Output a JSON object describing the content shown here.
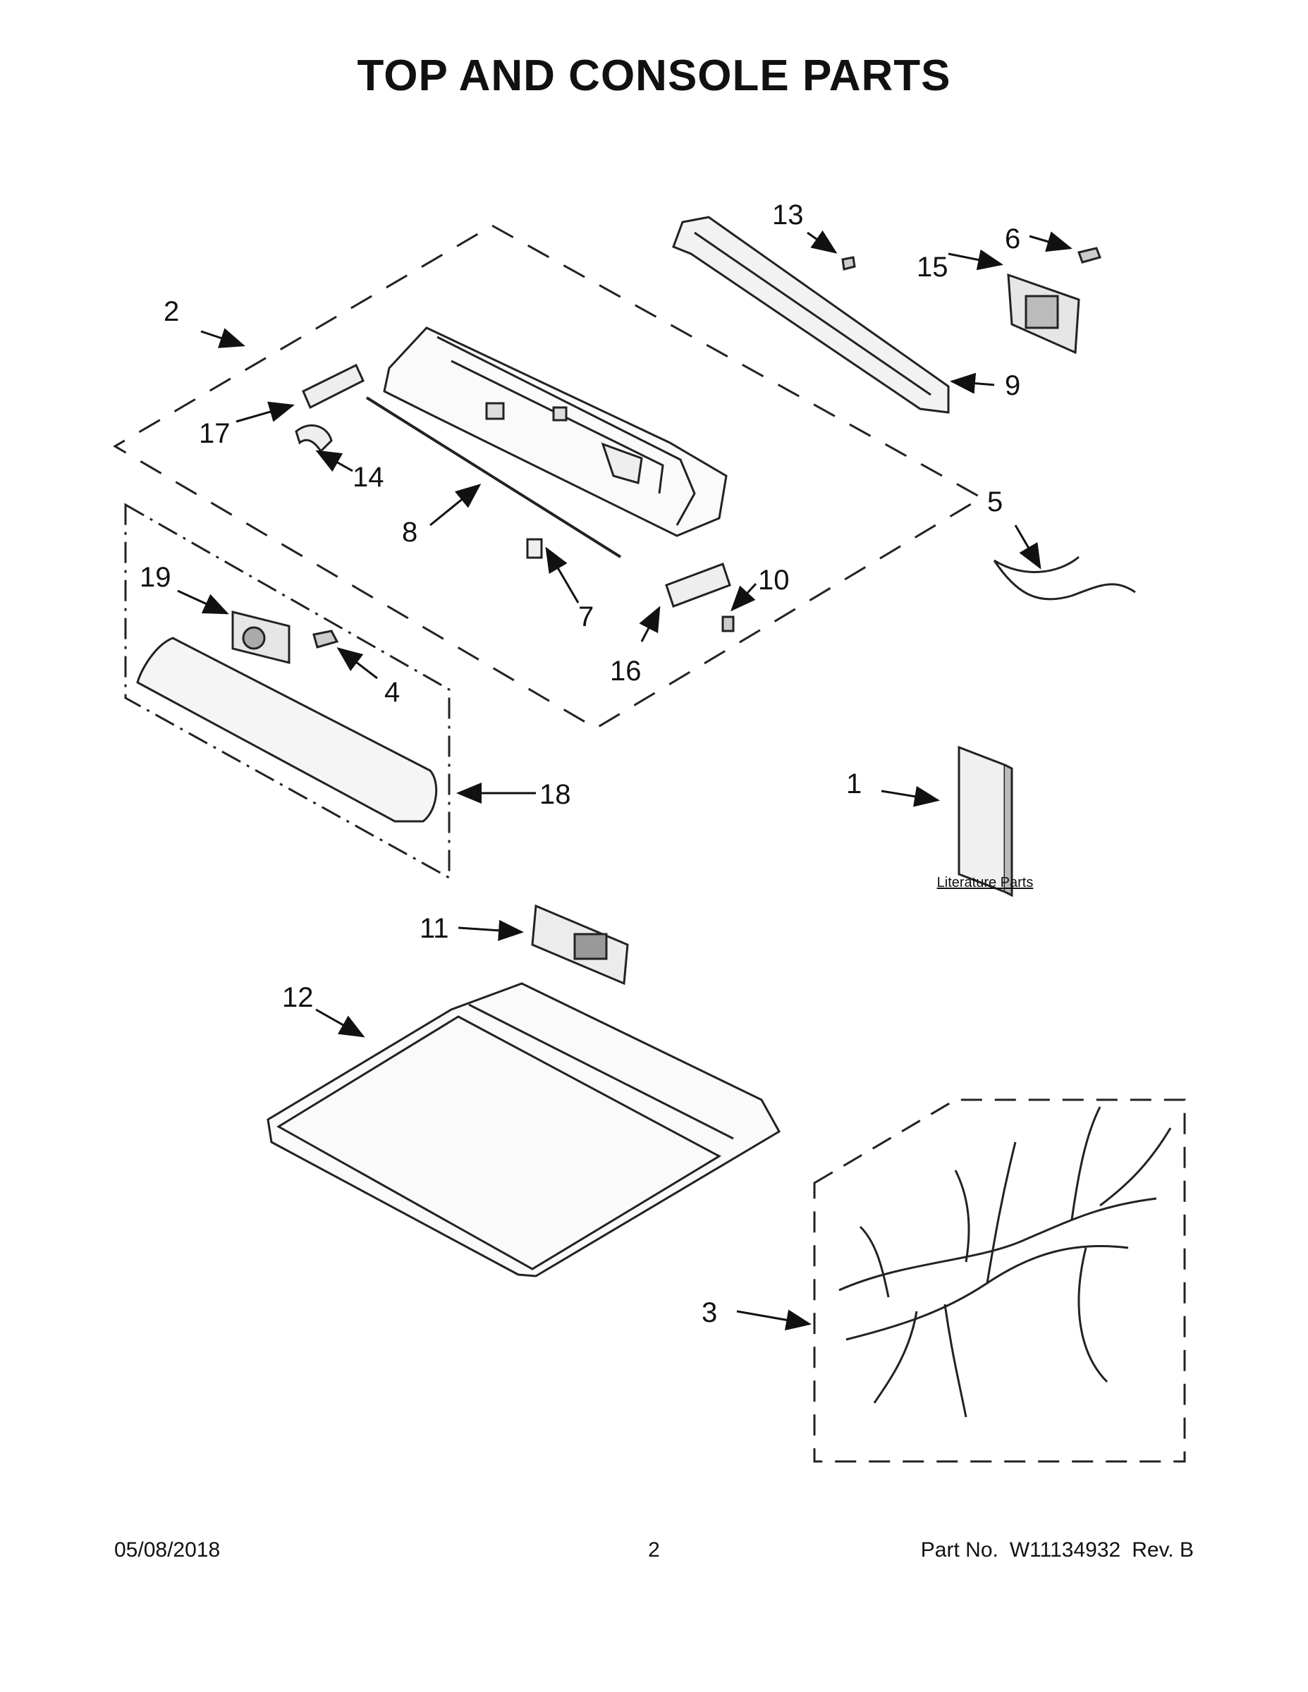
{
  "title": "TOP AND CONSOLE PARTS",
  "callouts": [
    "1",
    "2",
    "3",
    "4",
    "5",
    "6",
    "7",
    "8",
    "9",
    "10",
    "11",
    "12",
    "13",
    "14",
    "15",
    "16",
    "17",
    "18",
    "19"
  ],
  "literature_label": "Literature Parts",
  "footer": {
    "date": "05/08/2018",
    "page": "2",
    "part_label": "Part No.",
    "part_number": "W11134932",
    "rev": "Rev. B"
  }
}
